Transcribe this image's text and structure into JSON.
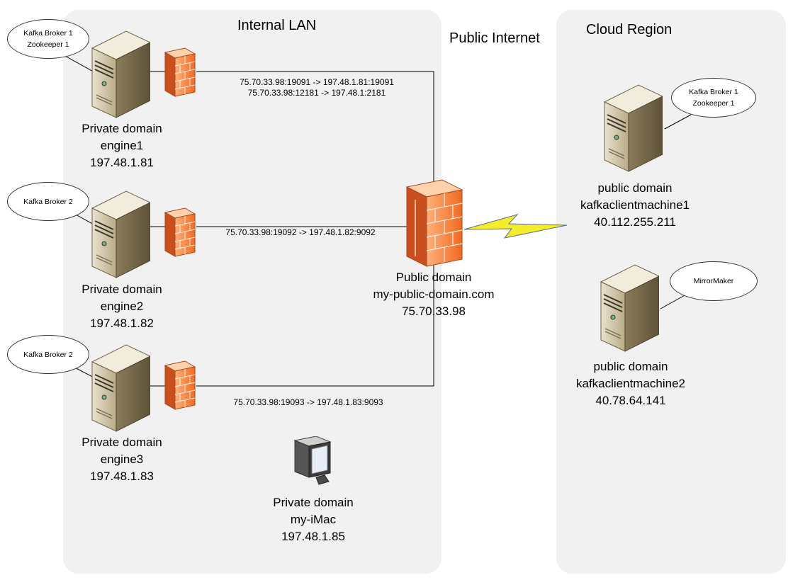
{
  "regions": {
    "internal_lan": "Internal LAN",
    "public_internet": "Public Internet",
    "cloud_region": "Cloud Region"
  },
  "engines": [
    {
      "line1": "Private domain",
      "line2": "engine1",
      "line3": "197.48.1.81",
      "roles": [
        "Kafka Broker 1",
        "Zookeeper 1"
      ]
    },
    {
      "line1": "Private domain",
      "line2": "engine2",
      "line3": "197.48.1.82",
      "roles": [
        "Kafka Broker 2"
      ]
    },
    {
      "line1": "Private domain",
      "line2": "engine3",
      "line3": "197.48.1.83",
      "roles": [
        "Kafka Broker 2"
      ]
    }
  ],
  "port_mappings": {
    "engine1": [
      "75.70.33.98:19091 -> 197.48.1.81:19091",
      "75.70.33.98:12181 -> 197.48.1:2181"
    ],
    "engine2": [
      "75.70.33.98:19092 -> 197.48.1.82:9092"
    ],
    "engine3": [
      "75.70.33.98:19093 -> 197.48.1.83:9093"
    ]
  },
  "public_firewall": {
    "line1": "Public domain",
    "line2": "my-public-domain.com",
    "line3": "75.70.33.98"
  },
  "imac": {
    "line1": "Private domain",
    "line2": "my-iMac",
    "line3": "197.48.1.85"
  },
  "cloud_machines": [
    {
      "line1": "public domain",
      "line2": "kafkaclientmachine1",
      "line3": "40.112.255.211",
      "roles": [
        "Kafka Broker 1",
        "Zookeeper 1"
      ]
    },
    {
      "line1": "public domain",
      "line2": "kafkaclientmachine2",
      "line3": "40.78.64.141",
      "roles": [
        "MirrorMaker"
      ]
    }
  ],
  "colors": {
    "region_bg": "#f1f1f1",
    "firewall": "#f07a2e",
    "lightning": "#f4ee2a"
  }
}
